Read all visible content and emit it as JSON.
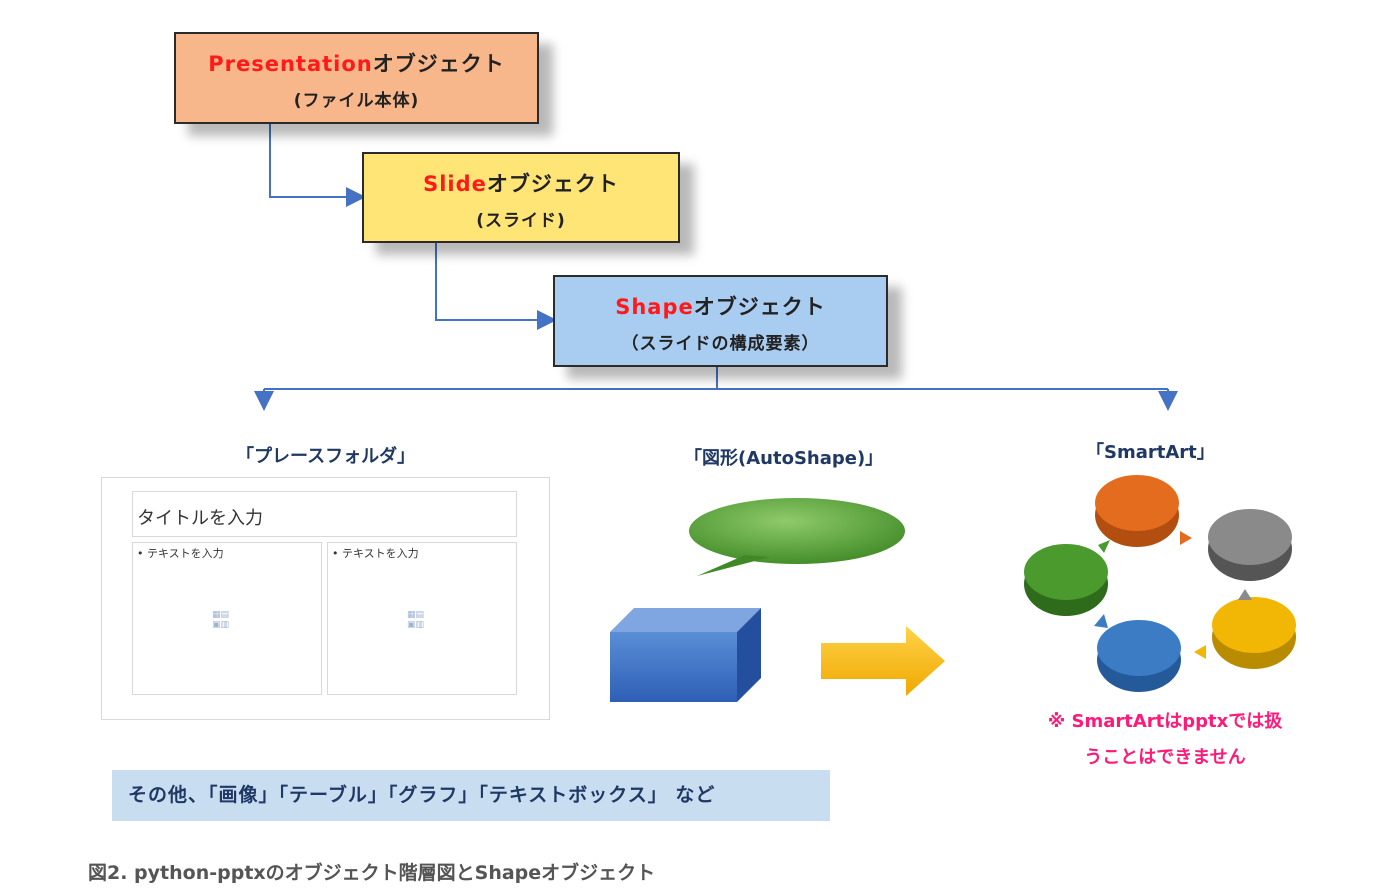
{
  "hierarchy": {
    "presentation": {
      "title_en": "Presentation",
      "title_jp": "オブジェクト",
      "sub": "(ファイル本体)",
      "fill": "#f8b78a"
    },
    "slide": {
      "title_en": "Slide",
      "title_jp": "オブジェクト",
      "sub": "(スライド)",
      "fill": "#ffe476"
    },
    "shape": {
      "title_en": "Shape",
      "title_jp": "オブジェクト",
      "sub": "（スライドの構成要素）",
      "fill": "#a9cdf0"
    }
  },
  "categories": {
    "placeholder": "「プレースフォルダ」",
    "autoshape": "「図形(AutoShape)」",
    "smartart": "「SmartArt」"
  },
  "placeholder_sample": {
    "title_text": "タイトルを入力",
    "left_text": "• テキストを入力",
    "right_text": "• テキストを入力"
  },
  "smartart_note": {
    "line1": "※ SmartArtはpptxでは扱",
    "line2": "うことはできません"
  },
  "others": "その他、「画像」「テーブル」「グラフ」「テキストボックス」 など",
  "caption": "図2. python-pptxのオブジェクト階層図とShapeオブジェクト",
  "colors": {
    "connector": "#4472c4",
    "smartart_orange": "#e36c1f",
    "smartart_gray": "#7f7f7f",
    "smartart_yellow": "#f2b705",
    "smartart_blue": "#3b7cc4",
    "smartart_green": "#4a9a2e"
  }
}
